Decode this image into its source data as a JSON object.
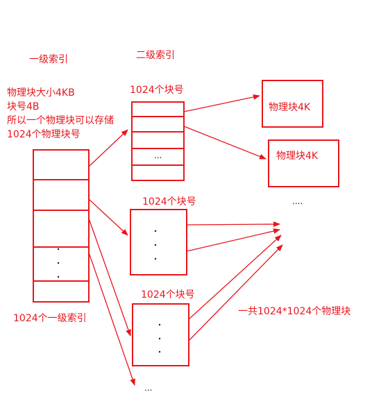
{
  "labels": {
    "level1_title": "一级索引",
    "level2_title": "二级索引",
    "note_line1": "物理块大小4KB",
    "note_line2": "块号4B",
    "note_line3": "所以一个物理块可以存储",
    "note_line4": "1024个物理块号",
    "level1_caption": "1024个一级索引",
    "block_a_caption": "1024个块号",
    "block_b_caption": "1024个块号",
    "block_c_caption": "1024个块号",
    "phys_block_1": "物理块4K",
    "phys_block_2": "物理块4K",
    "ellipsis_phys": "....",
    "ellipsis_block_a": "...",
    "ellipsis_bottom": "...",
    "total_blocks": "一共1024*1024个物理块"
  },
  "colors": {
    "accent": "#e8151b",
    "dot": "#1a1a1a",
    "background": "#ffffff"
  }
}
